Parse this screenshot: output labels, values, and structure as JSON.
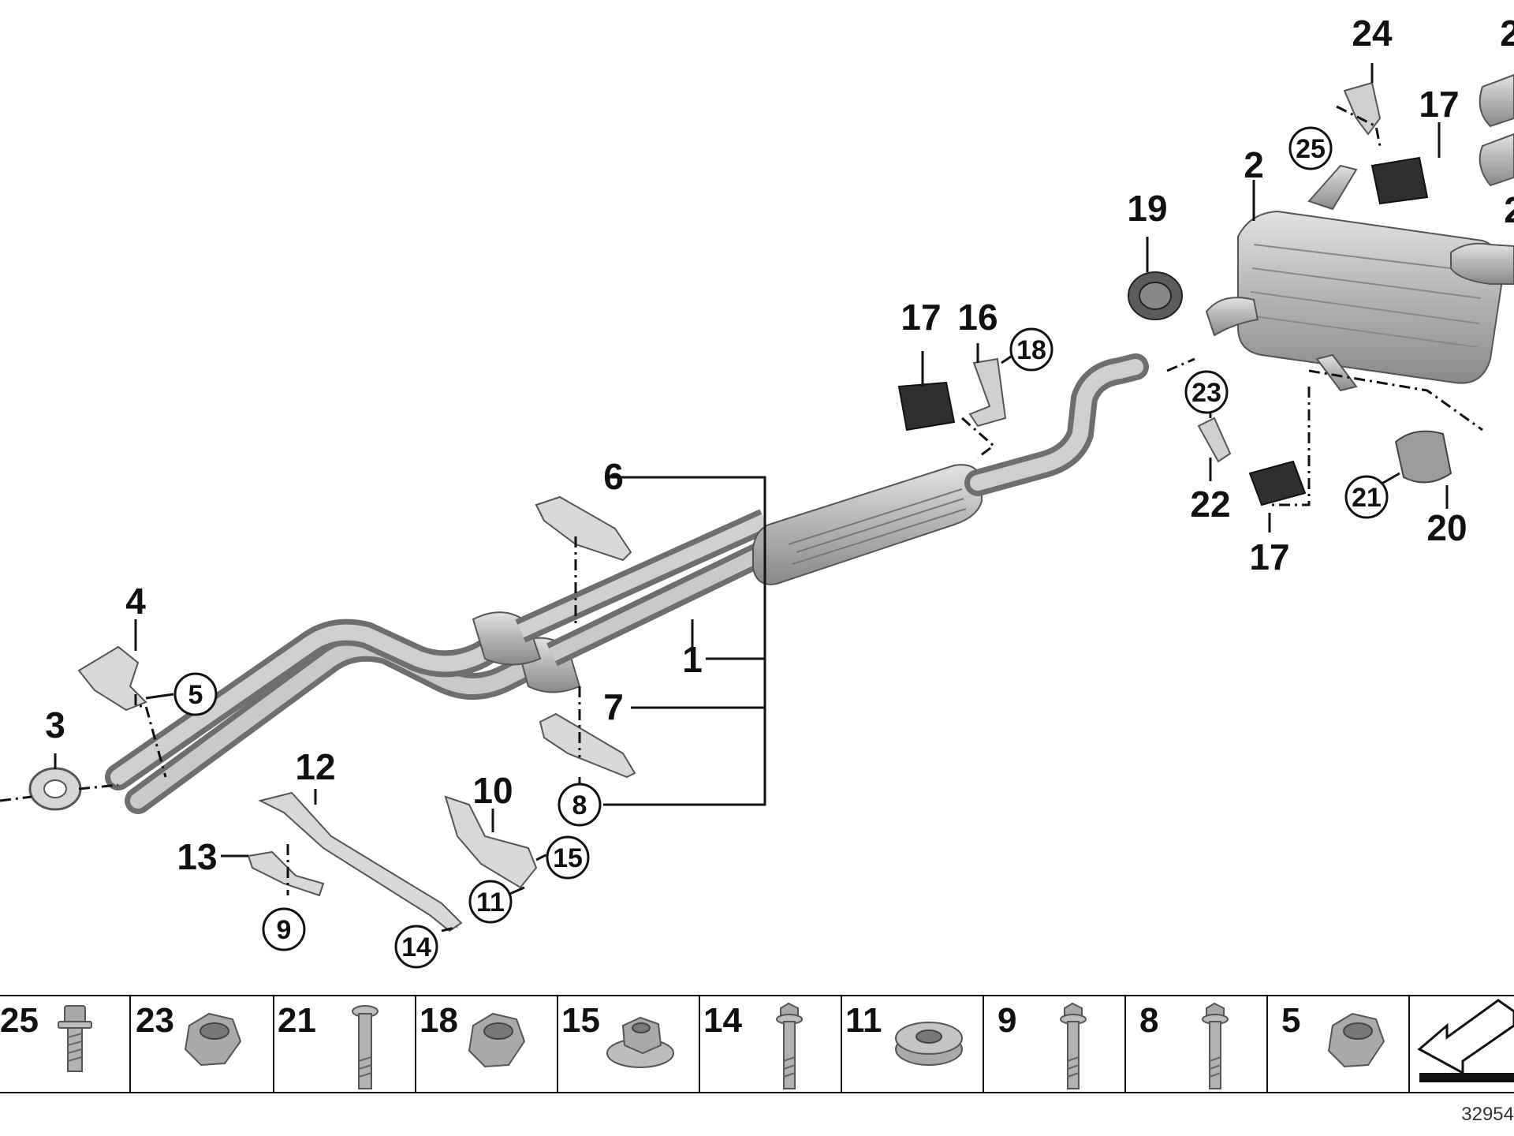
{
  "diagram": {
    "callouts": [
      {
        "text": "24",
        "circled": false
      },
      {
        "text": "2",
        "circled": false
      },
      {
        "text": "17",
        "circled": false
      },
      {
        "text": "25",
        "circled": true
      },
      {
        "text": "2",
        "circled": false
      },
      {
        "text": "19",
        "circled": false
      },
      {
        "text": "17",
        "circled": false
      },
      {
        "text": "16",
        "circled": false
      },
      {
        "text": "18",
        "circled": true
      },
      {
        "text": "23",
        "circled": true
      },
      {
        "text": "22",
        "circled": false
      },
      {
        "text": "17",
        "circled": false
      },
      {
        "text": "21",
        "circled": true
      },
      {
        "text": "20",
        "circled": false
      },
      {
        "text": "6",
        "circled": false
      },
      {
        "text": "1",
        "circled": false
      },
      {
        "text": "7",
        "circled": false
      },
      {
        "text": "8",
        "circled": true
      },
      {
        "text": "4",
        "circled": false
      },
      {
        "text": "5",
        "circled": true
      },
      {
        "text": "3",
        "circled": false
      },
      {
        "text": "12",
        "circled": false
      },
      {
        "text": "13",
        "circled": false
      },
      {
        "text": "9",
        "circled": true
      },
      {
        "text": "10",
        "circled": false
      },
      {
        "text": "15",
        "circled": true
      },
      {
        "text": "11",
        "circled": true
      },
      {
        "text": "14",
        "circled": true
      },
      {
        "text": "2",
        "circled": false
      },
      {
        "text": "2",
        "circled": false
      }
    ],
    "fastener_strip": [
      {
        "label": "25",
        "icon": "bolt-icon"
      },
      {
        "label": "23",
        "icon": "hex-nut-icon"
      },
      {
        "label": "21",
        "icon": "long-bolt-icon"
      },
      {
        "label": "18",
        "icon": "hex-nut-icon"
      },
      {
        "label": "15",
        "icon": "flange-nut-icon"
      },
      {
        "label": "14",
        "icon": "long-bolt-icon"
      },
      {
        "label": "11",
        "icon": "washer-icon"
      },
      {
        "label": "9",
        "icon": "long-bolt-icon"
      },
      {
        "label": "8",
        "icon": "long-bolt-icon"
      },
      {
        "label": "5",
        "icon": "hex-nut-icon"
      },
      {
        "label": "",
        "icon": "view-direction-arrow-icon"
      }
    ],
    "figure_number": "32954"
  }
}
